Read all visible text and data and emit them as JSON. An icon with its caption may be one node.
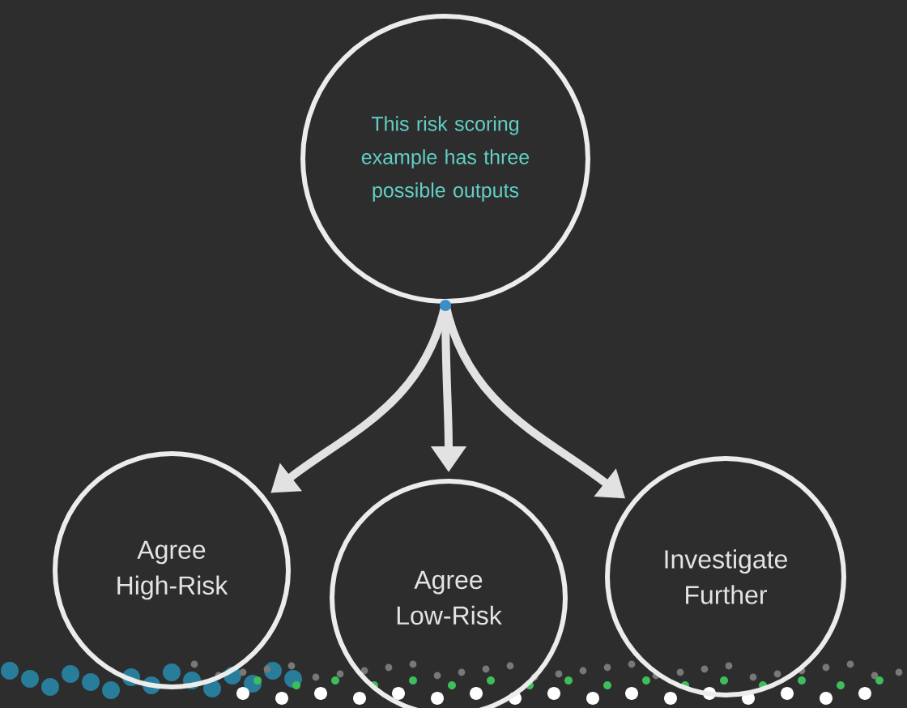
{
  "diagram": {
    "nodes": [
      {
        "text": [
          "This risk scoring example has three possible outputs"
        ]
      },
      {
        "text": [
          "Agree High-Risk"
        ]
      },
      {
        "text": [
          "Agree Low-Risk"
        ]
      },
      {
        "text": [
          "Investigate Further"
        ]
      }
    ],
    "edges": [
      {
        "from": 0,
        "to": 1,
        "arrow": "to"
      },
      {
        "from": 0,
        "to": 2,
        "arrow": "to"
      },
      {
        "from": 0,
        "to": 3,
        "arrow": "to"
      }
    ]
  }
}
